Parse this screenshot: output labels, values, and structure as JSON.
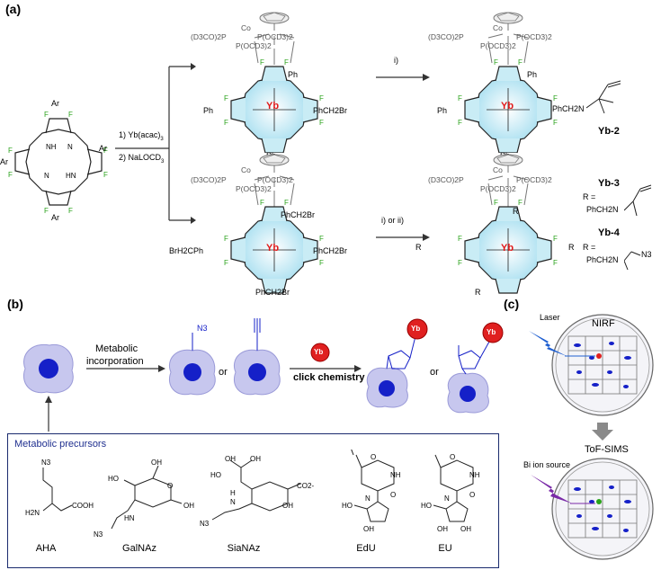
{
  "panels": {
    "a": "(a)",
    "b": "(b)",
    "c": "(c)"
  },
  "panel_a": {
    "ar": "Ar",
    "step1": "1) Yb(acac)",
    "step1_sub": "3",
    "step2": "2) NaLOCD",
    "step2_sub": "3",
    "cond_top": "i)",
    "cond_bottom": "i) or ii)",
    "co": "Co",
    "yb": "Yb",
    "ligand_left": "(D3CO)2P",
    "ligand_mid": "P(OCD3)2",
    "ligand_right": "P(OCD3)2",
    "ph": "Ph",
    "phch2br": "PhCH2Br",
    "brh2cph": "BrH2CPh",
    "phch2n": "PhCH2N",
    "r": "R",
    "r_eq": "R =",
    "compounds": [
      "Yb-2",
      "Yb-3",
      "Yb-4"
    ],
    "n3": "N3"
  },
  "panel_b": {
    "metabolic": "Metabolic",
    "incorporation": "incorporation",
    "or": "or",
    "click": "click chemistry",
    "yb": "Yb",
    "n3": "N3",
    "precursors_title": "Metabolic precursors",
    "precursors": [
      "AHA",
      "GalNAz",
      "SiaNAz",
      "EdU",
      "EU"
    ],
    "aha_labels": {
      "n3": "N3",
      "h2n": "H2N",
      "cooh": "COOH"
    },
    "galnaz_labels": {
      "ho": "HO",
      "oh": "OH",
      "o": "O",
      "hn": "HN",
      "n3": "N3"
    },
    "siannaz_labels": {
      "oh": "OH",
      "ho": "HO",
      "h": "H",
      "n": "N",
      "n3": "N3",
      "co2": "CO2-"
    },
    "edu_labels": {
      "nh": "NH",
      "o": "O",
      "n": "N",
      "ho": "HO",
      "oh": "OH"
    },
    "eu_labels": {
      "nh": "NH",
      "o": "O",
      "n": "N",
      "ho": "HO",
      "oh": "OH"
    }
  },
  "panel_c": {
    "laser": "Laser",
    "nirf": "NIRF",
    "tofsims": "ToF-SIMS",
    "bi": "Bi ion source"
  },
  "colors": {
    "fluorine": "#2aa31a",
    "yb": "#e01818",
    "porphyrin_fill": "#c9ecf5",
    "cell_fill": "#c7c7ee",
    "nucleus": "#1520c8",
    "box_border": "#1a2a6e",
    "laser": "#1f5fd1",
    "bi_beam": "#7a2aa8"
  }
}
